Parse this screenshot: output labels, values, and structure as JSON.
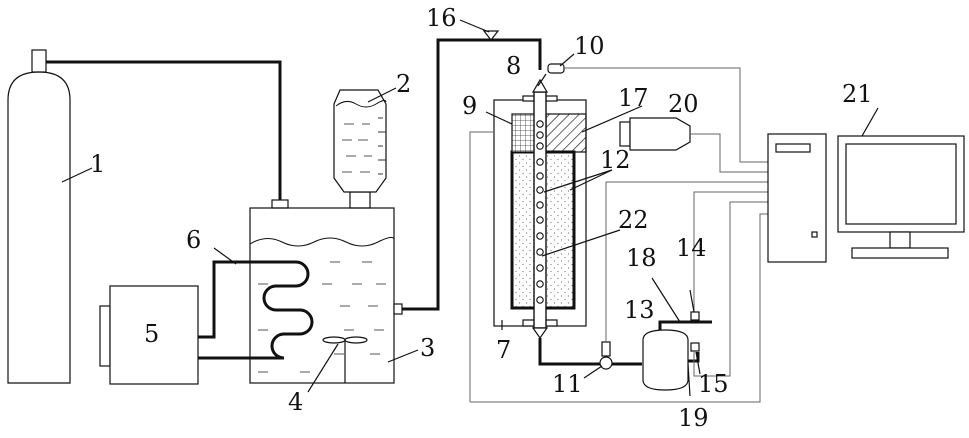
{
  "labels": {
    "l1": "1",
    "l2": "2",
    "l3": "3",
    "l4": "4",
    "l5": "5",
    "l6": "6",
    "l7": "7",
    "l8": "8",
    "l9": "9",
    "l10": "10",
    "l11": "11",
    "l12": "12",
    "l13": "13",
    "l14": "14",
    "l15": "15",
    "l16": "16",
    "l17": "17",
    "l18": "18",
    "l19": "19",
    "l20": "20",
    "l21": "21",
    "l22": "22"
  },
  "colors": {
    "line": "#111111",
    "thin": "#555555",
    "background": "#ffffff"
  }
}
